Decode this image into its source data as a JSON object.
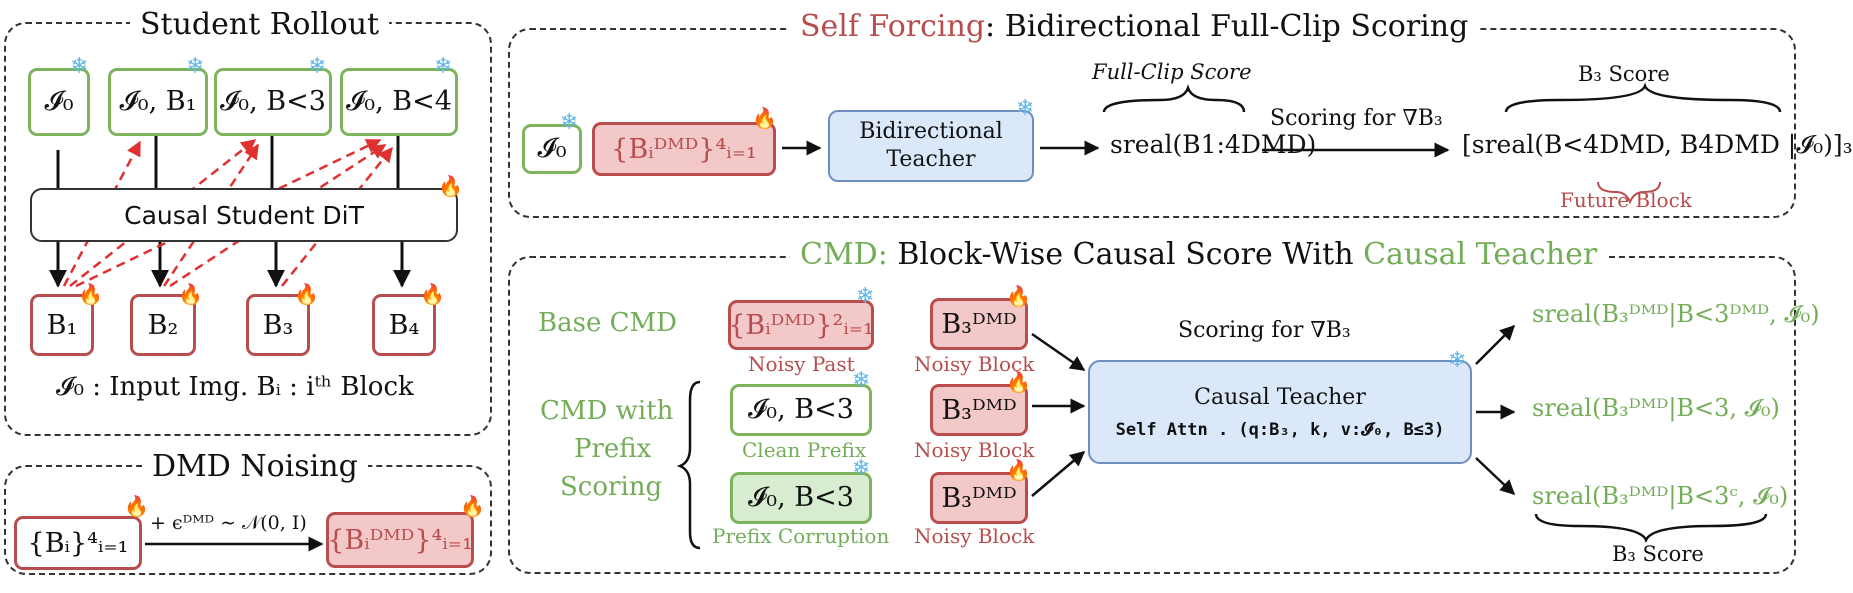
{
  "student": {
    "title": "Student Rollout",
    "ctx": [
      "𝓘₀",
      "𝓘₀, B₁",
      "𝓘₀, B<3",
      "𝓘₀, B<4"
    ],
    "dit": "Causal Student DiT",
    "blocks": [
      "B₁",
      "B₂",
      "B₃",
      "B₄"
    ],
    "legend": "𝓘₀ :  Input Img.    Bᵢ : iᵗʰ Block"
  },
  "noising": {
    "title": "DMD Noising",
    "left": "{Bᵢ}⁴ᵢ₌₁",
    "arrow_label": "+ ϵᴰᴹᴰ ∼ 𝒩(0, I)",
    "right": "{Bᵢᴰᴹᴰ}⁴ᵢ₌₁"
  },
  "sf": {
    "title_a": "Self Forcing",
    "title_b": ": Bidirectional Full-Clip Scoring",
    "input": "𝓘₀",
    "blocks": "{Bᵢᴰᴹᴰ}⁴ᵢ₌₁",
    "teacher": "Bidirectional Teacher",
    "full_clip_label": "Full-Clip Score",
    "full_clip_score": "sreal(B1:4DMD)",
    "scoring_label": "Scoring for ∇B₃",
    "b3_label": "B₃ Score",
    "b3_score": "[sreal(B<4DMD, B4DMD |𝓘₀)]₃",
    "future_block": "Future Block"
  },
  "cmd": {
    "title_a": "CMD:",
    "title_b": " Block-Wise Causal Score With ",
    "title_c": "Causal Teacher",
    "base_label": "Base CMD",
    "prefix_label_1": "CMD with",
    "prefix_label_2": "Prefix",
    "prefix_label_3": "Scoring",
    "rows": [
      {
        "ctx": "{Bᵢᴰᴹᴰ}²ᵢ₌₁",
        "ctx_caption": "Noisy Past",
        "noisy": "B₃ᴰᴹᴰ",
        "noisy_caption": "Noisy Block",
        "score": "sreal(B₃ᴰᴹᴰ|B<3ᴰᴹᴰ, 𝓘₀)"
      },
      {
        "ctx": "𝓘₀, B<3",
        "ctx_caption": "Clean Prefix",
        "noisy": "B₃ᴰᴹᴰ",
        "noisy_caption": "Noisy Block",
        "score": "sreal(B₃ᴰᴹᴰ|B<3, 𝓘₀)"
      },
      {
        "ctx": "𝓘₀, B<3",
        "ctx_caption": "Prefix Corruption",
        "noisy": "B₃ᴰᴹᴰ",
        "noisy_caption": "Noisy Block",
        "score": "sreal(B₃ᴰᴹᴰ|B<3ᶜ, 𝓘₀)"
      }
    ],
    "scoring_label": "Scoring for ∇B₃",
    "teacher": "Causal Teacher",
    "attn": "Self Attn . (q:B₃, k, v:𝓘₀, B≤3)",
    "b3_label": "B₃ Score"
  },
  "icons": {
    "frozen": "snowflake-icon",
    "trainable": "flame-icon"
  },
  "colors": {
    "green": "#74ad58",
    "red": "#b84d4d",
    "blue": "#dbe8fa",
    "pink": "#f3c8c8"
  }
}
